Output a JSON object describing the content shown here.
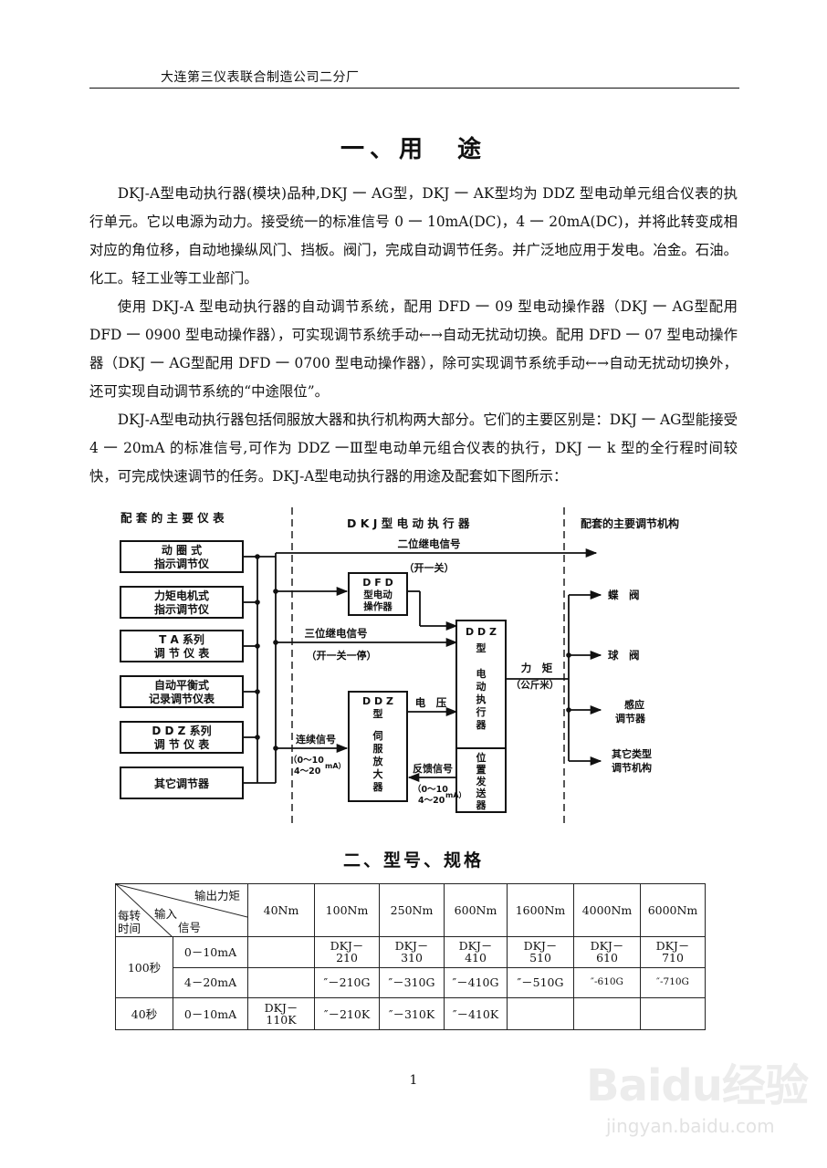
{
  "header": {
    "text": "大连第三仪表联合制造公司二分厂"
  },
  "sections": {
    "usage_title": "一、用　途",
    "model_title": "二、型号、规格"
  },
  "paragraphs": [
    "DKJ-A型电动执行器(模块)品种,DKJ 一 AG型，DKJ 一 AK型均为 DDZ 型电动单元组合仪表的执行单元。它以电源为动力。接受统一的标准信号 0 一 10mA(DC)，4 一 20mA(DC)，并将此转变成相对应的角位移，自动地操纵风门、挡板。阀门，完成自动调节任务。并广泛地应用于发电。冶金。石油。化工。轻工业等工业部门。",
    "使用 DKJ-A 型电动执行器的自动调节系统，配用 DFD 一 09 型电动操作器（DKJ 一 AG型配用 DFD 一 0900 型电动操作器），可实现调节系统手动←→自动无扰动切换。配用 DFD 一 07 型电动操作器（DKJ 一 AG型配用 DFD 一 0700 型电动操作器），除可实现调节系统手动←→自动无扰动切换外，还可实现自动调节系统的“中途限位”。",
    "DKJ-A型电动执行器包括伺服放大器和执行机构两大部分。它们的主要区别是：DKJ 一 AG型能接受 4 一 20mA 的标准信号,可作为 DDZ 一Ⅲ型电动单元组合仪表的执行，DKJ 一 k 型的全行程时间较快，可完成快速调节的任务。DKJ-A型电动执行器的用途及配套如下图所示："
  ],
  "diagram": {
    "left_heading": "配 套 的 主 要 仪 表",
    "center_heading": "D K J 型 电 动 执 行 器",
    "right_heading": "配套的主要调节机构",
    "instruments": [
      [
        "动 圈 式",
        "指示调节仪"
      ],
      [
        "力矩电机式",
        "指示调节仪"
      ],
      [
        "T A 系列",
        "调 节 仪 表"
      ],
      [
        "自动平衡式",
        "记录调节仪表"
      ],
      [
        "D D Z 系列",
        "调 节 仪 表"
      ],
      [
        "其它调节器"
      ]
    ],
    "signals": {
      "two_pos": "二位继电信号",
      "two_pos_sub": "（开一关）",
      "three_pos": "三位继电信号",
      "three_pos_sub": "（开一关一停）",
      "continuous": "连续信号",
      "continuous_sub1": "（0～10",
      "continuous_sub2": "4～20",
      "continuous_unit": "mA）",
      "voltage": "电　压",
      "feedback": "反馈信号",
      "feedback_sub1": "（0～10",
      "feedback_sub2": "4～20",
      "feedback_unit": "mA）",
      "torque": "力　矩",
      "torque_unit": "（公斤米）"
    },
    "dfd_box": [
      "D F D",
      "型电动",
      "操作器"
    ],
    "servo_box": [
      "D D Z",
      "型",
      "伺",
      "服",
      "放",
      "大",
      "器"
    ],
    "actuator_box": [
      "D D Z",
      "型",
      "电",
      "动",
      "执",
      "行",
      "器"
    ],
    "position_box": [
      "位",
      "置",
      "发",
      "送",
      "器"
    ],
    "mechanisms": [
      [
        "蝶　阀"
      ],
      [
        "球　阀"
      ],
      [
        "感应",
        "调节器"
      ],
      [
        "其它类型",
        "调节机构"
      ]
    ]
  },
  "table": {
    "corner_output": "输出力矩",
    "corner_input_a": "输入",
    "corner_input_b": "信号",
    "corner_time_a": "每转",
    "corner_time_b": "时间",
    "torques": [
      "40Nm",
      "100Nm",
      "250Nm",
      "600Nm",
      "1600Nm",
      "4000Nm",
      "6000Nm"
    ],
    "time_100": "100秒",
    "time_40": "40秒",
    "signal_0_10": "0－10mA",
    "signal_4_20": "4－20mA",
    "rows": [
      [
        "",
        "DKJ－\n210",
        "DKJ－\n310",
        "DKJ－\n410",
        "DKJ－\n510",
        "DKJ－\n610",
        "DKJ－\n710"
      ],
      [
        "",
        "″－210G",
        "″－310G",
        "″－410G",
        "″－510G",
        "″-610G",
        "″-710G"
      ],
      [
        "DKJ－\n110K",
        "″－210K",
        "″－310K",
        "″－410K",
        "",
        "",
        ""
      ]
    ]
  },
  "page_number": "1",
  "watermark": {
    "logo": "Baidu经验",
    "url": "jingyan.baidu.com"
  }
}
